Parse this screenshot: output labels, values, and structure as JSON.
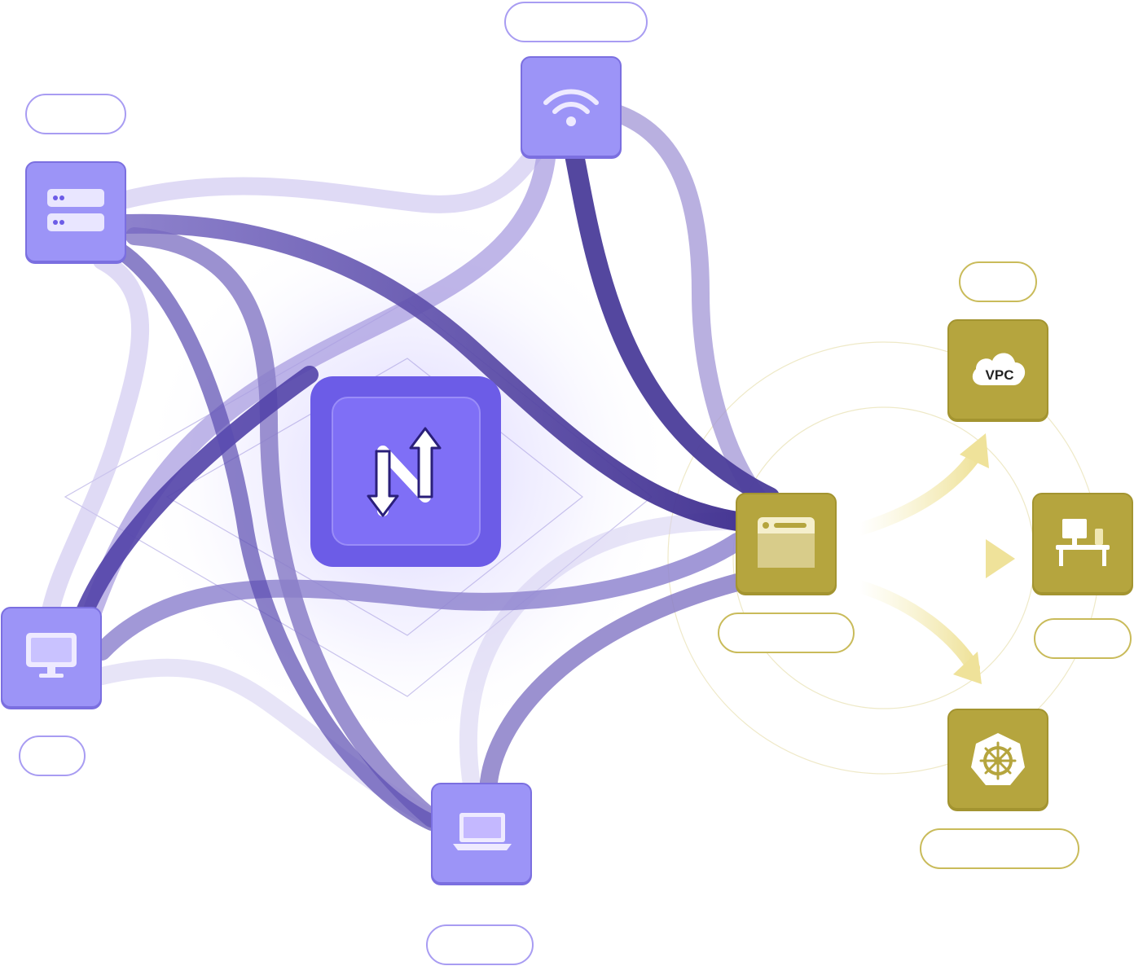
{
  "hub": {
    "icon": "network-switch-icon"
  },
  "client_nodes": [
    {
      "id": "server",
      "icon": "server-icon"
    },
    {
      "id": "wifi",
      "icon": "wifi-icon"
    },
    {
      "id": "desktop",
      "icon": "desktop-icon"
    },
    {
      "id": "laptop",
      "icon": "laptop-icon"
    }
  ],
  "gateway_node": {
    "icon": "browser-window-icon"
  },
  "destination_nodes": [
    {
      "id": "vpc",
      "icon": "cloud-icon",
      "label": "VPC"
    },
    {
      "id": "office",
      "icon": "office-desk-icon"
    },
    {
      "id": "kubernetes",
      "icon": "kubernetes-icon"
    }
  ],
  "colors": {
    "purple_node": "#9c94f7",
    "purple_accent": "#6c5ce7",
    "gold_node": "#b5a53e",
    "gold_arrow": "#f2e6a0"
  }
}
